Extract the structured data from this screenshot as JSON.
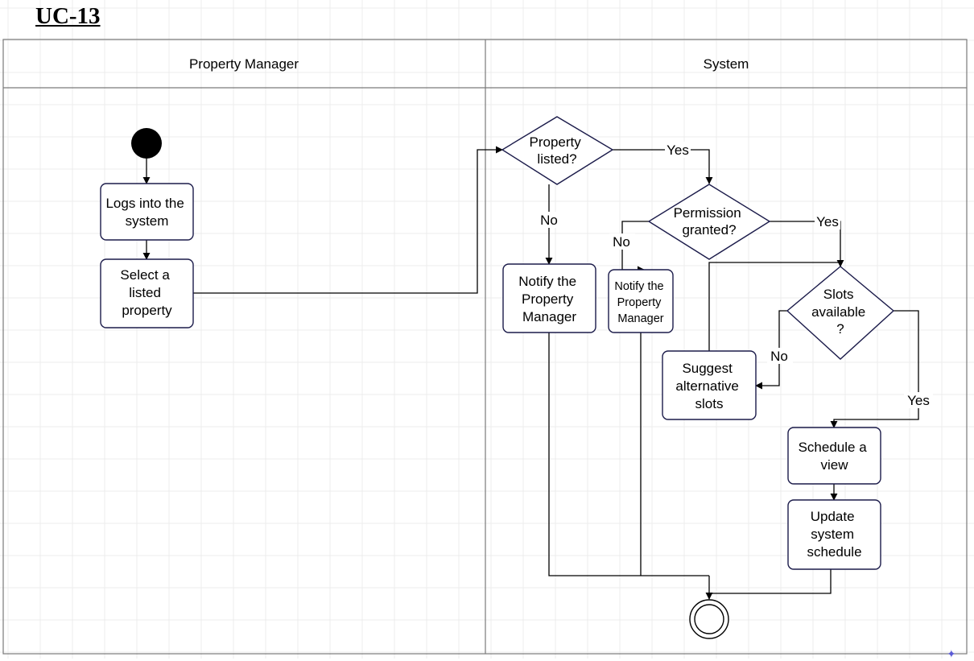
{
  "title": "UC-13",
  "lanes": [
    "Property Manager",
    "System"
  ],
  "nodes": {
    "logs_in": [
      "Logs into the",
      "system"
    ],
    "select_property": [
      "Select a",
      "listed",
      "property"
    ],
    "property_listed": [
      "Property",
      "listed?"
    ],
    "notify_pm_1": [
      "Notify the",
      "Property",
      "Manager"
    ],
    "permission_granted": [
      "Permission",
      "granted?"
    ],
    "notify_pm_2": [
      "Notify the",
      "Property",
      "Manager"
    ],
    "slots_available": [
      "Slots",
      "available",
      "?"
    ],
    "suggest_alt": [
      "Suggest",
      "alternative",
      "slots"
    ],
    "schedule_view": [
      "Schedule a",
      "view"
    ],
    "update_schedule": [
      "Update",
      "system",
      "schedule"
    ]
  },
  "edge_labels": {
    "listed_yes": "Yes",
    "listed_no": "No",
    "permission_yes": "Yes",
    "permission_no": "No",
    "slots_no": "No",
    "slots_yes": "Yes"
  },
  "colors": {
    "node_stroke": "#1b1b4a",
    "edge": "#000000",
    "grid": "#ececec",
    "lane_border": "#7a7a7a"
  }
}
